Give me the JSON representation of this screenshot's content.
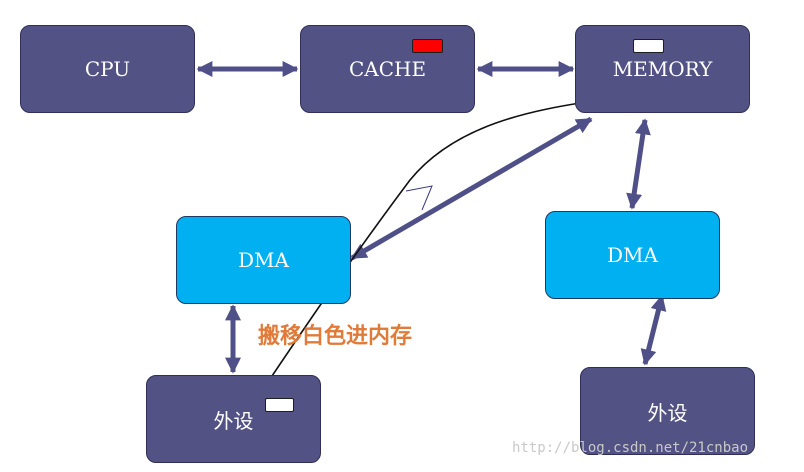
{
  "nodes": {
    "cpu": "CPU",
    "cache": "CACHE",
    "memory": "MEMORY",
    "dma_left": "DMA",
    "dma_right": "DMA",
    "peripheral_left": "外设",
    "peripheral_right": "外设"
  },
  "annotation": "搬移白色进内存",
  "watermark": "http://blog.csdn.net/21cnbao",
  "colors": {
    "node_dark": "#525284",
    "node_light": "#00b0f0",
    "arrow": "#505088",
    "flag_red": "#ff0000",
    "flag_white": "#ffffff",
    "annotation_text": "#e07b39"
  }
}
